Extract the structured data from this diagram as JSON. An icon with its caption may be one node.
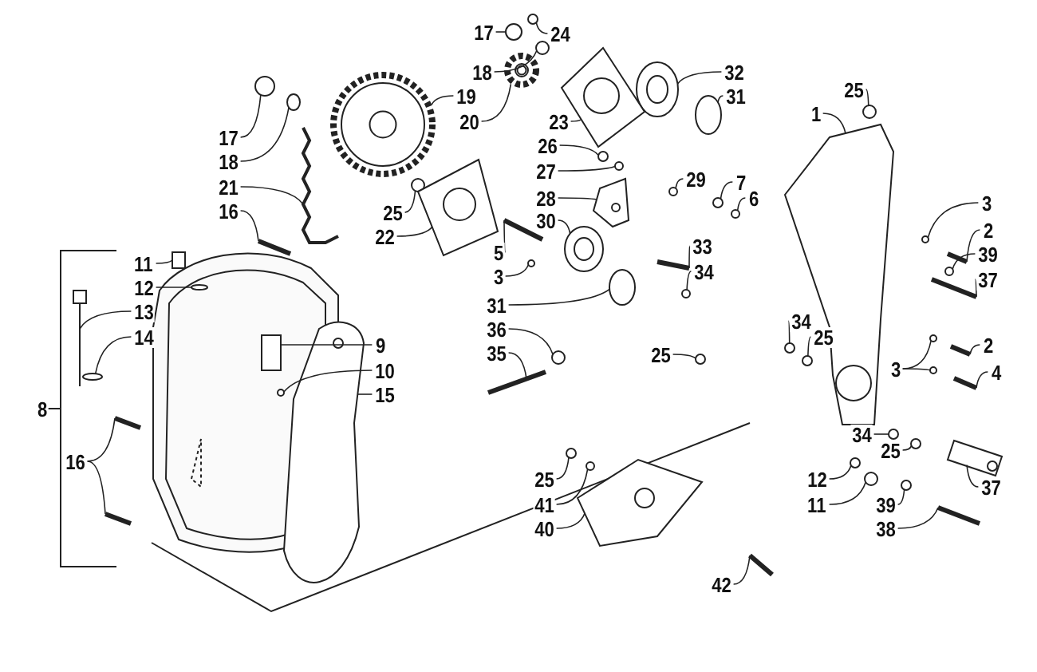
{
  "diagram": {
    "nodes": [
      {
        "text": [
          "17"
        ]
      },
      {
        "text": [
          "24"
        ]
      },
      {
        "text": [
          "18"
        ]
      },
      {
        "text": [
          "19"
        ]
      },
      {
        "text": [
          "20"
        ]
      },
      {
        "text": [
          "32"
        ]
      },
      {
        "text": [
          "23"
        ]
      },
      {
        "text": [
          "31"
        ]
      },
      {
        "text": [
          "25"
        ]
      },
      {
        "text": [
          "1"
        ]
      },
      {
        "text": [
          "17"
        ]
      },
      {
        "text": [
          "18"
        ]
      },
      {
        "text": [
          "26"
        ]
      },
      {
        "text": [
          "27"
        ]
      },
      {
        "text": [
          "29"
        ]
      },
      {
        "text": [
          "7"
        ]
      },
      {
        "text": [
          "6"
        ]
      },
      {
        "text": [
          "28"
        ]
      },
      {
        "text": [
          "21"
        ]
      },
      {
        "text": [
          "25"
        ]
      },
      {
        "text": [
          "3"
        ]
      },
      {
        "text": [
          "2"
        ]
      },
      {
        "text": [
          "16"
        ]
      },
      {
        "text": [
          "22"
        ]
      },
      {
        "text": [
          "30"
        ]
      },
      {
        "text": [
          "39"
        ]
      },
      {
        "text": [
          "37"
        ]
      },
      {
        "text": [
          "5"
        ]
      },
      {
        "text": [
          "33"
        ]
      },
      {
        "text": [
          "34"
        ]
      },
      {
        "text": [
          "3"
        ]
      },
      {
        "text": [
          "11"
        ]
      },
      {
        "text": [
          "12"
        ]
      },
      {
        "text": [
          "31"
        ]
      },
      {
        "text": [
          "13"
        ]
      },
      {
        "text": [
          "36"
        ]
      },
      {
        "text": [
          "34"
        ]
      },
      {
        "text": [
          "25"
        ]
      },
      {
        "text": [
          "14"
        ]
      },
      {
        "text": [
          "35"
        ]
      },
      {
        "text": [
          "9"
        ]
      },
      {
        "text": [
          "10"
        ]
      },
      {
        "text": [
          "15"
        ]
      },
      {
        "text": [
          "25"
        ]
      },
      {
        "text": [
          "3"
        ]
      },
      {
        "text": [
          "2"
        ]
      },
      {
        "text": [
          "4"
        ]
      },
      {
        "text": [
          "16"
        ]
      },
      {
        "text": [
          "34"
        ]
      },
      {
        "text": [
          "25"
        ]
      },
      {
        "text": [
          "25"
        ]
      },
      {
        "text": [
          "12"
        ]
      },
      {
        "text": [
          "37"
        ]
      },
      {
        "text": [
          "41"
        ]
      },
      {
        "text": [
          "11"
        ]
      },
      {
        "text": [
          "39"
        ]
      },
      {
        "text": [
          "40"
        ]
      },
      {
        "text": [
          "38"
        ]
      },
      {
        "text": [
          "42"
        ]
      },
      {
        "text": [],
        "shape": "circle"
      },
      {
        "text": [],
        "shape": "circle"
      },
      {
        "text": [],
        "shape": "circle"
      },
      {
        "text": [],
        "shape": "picture"
      },
      {
        "text": [],
        "shape": "picture"
      },
      {
        "text": [],
        "shape": "picture"
      },
      {
        "text": [],
        "shape": "picture"
      },
      {
        "text": [],
        "shape": "circle"
      },
      {
        "text": [],
        "shape": "circle"
      },
      {
        "text": [],
        "shape": "picture"
      },
      {
        "text": [],
        "shape": "circle"
      },
      {
        "text": [],
        "shape": "circle"
      },
      {
        "text": [],
        "shape": "circle"
      },
      {
        "text": [],
        "shape": "circle"
      },
      {
        "text": [],
        "shape": "circle"
      },
      {
        "text": [],
        "shape": "circle"
      },
      {
        "text": [],
        "shape": "circle"
      },
      {
        "text": [],
        "shape": "picture"
      },
      {
        "text": [],
        "shape": "picture"
      },
      {
        "text": [],
        "shape": "circle"
      },
      {
        "text": [],
        "shape": "circle"
      },
      {
        "text": [],
        "shape": "picture"
      },
      {
        "text": [],
        "shape": "picture"
      },
      {
        "text": [],
        "shape": "picture"
      },
      {
        "text": [],
        "shape": "picture"
      },
      {
        "text": [],
        "shape": "circle"
      },
      {
        "text": [],
        "shape": "picture"
      },
      {
        "text": [],
        "shape": "picture"
      },
      {
        "text": [],
        "shape": "picture"
      },
      {
        "text": [],
        "shape": "circle"
      },
      {
        "text": [],
        "shape": "circle"
      },
      {
        "text": [],
        "shape": "box"
      },
      {
        "text": [],
        "shape": "circle"
      },
      {
        "text": [],
        "shape": "circle"
      },
      {
        "text": [],
        "shape": "picture"
      },
      {
        "text": [],
        "shape": "circle"
      },
      {
        "text": [],
        "shape": "circle"
      },
      {
        "text": [],
        "shape": "circle"
      },
      {
        "text": [],
        "shape": "circle"
      },
      {
        "text": [],
        "shape": "picture"
      },
      {
        "text": [],
        "shape": "box"
      },
      {
        "text": [],
        "shape": "circle"
      },
      {
        "text": [],
        "shape": "picture"
      },
      {
        "text": [],
        "shape": "circle"
      },
      {
        "text": [],
        "shape": "circle"
      },
      {
        "text": [],
        "shape": "circle"
      },
      {
        "text": [],
        "shape": "picture"
      },
      {
        "text": [],
        "shape": "picture"
      },
      {
        "text": [],
        "shape": "picture"
      },
      {
        "text": [],
        "shape": "picture"
      },
      {
        "text": [],
        "shape": "circle"
      },
      {
        "text": [],
        "shape": "circle"
      },
      {
        "text": [],
        "shape": "circle"
      },
      {
        "text": [],
        "shape": "circle"
      },
      {
        "text": [],
        "shape": "picture"
      },
      {
        "text": [],
        "shape": "circle"
      },
      {
        "text": [],
        "shape": "circle"
      },
      {
        "text": [],
        "shape": "circle"
      },
      {
        "text": [],
        "shape": "picture"
      },
      {
        "text": [],
        "shape": "picture"
      },
      {
        "text": [],
        "shape": "picture"
      }
    ],
    "edges": [
      {
        "from": 0,
        "to": 59,
        "arrow": "none"
      },
      {
        "from": 1,
        "to": 60,
        "arrow": "none"
      },
      {
        "from": 2,
        "to": 61,
        "arrow": "none"
      },
      {
        "from": 3,
        "to": 62,
        "arrow": "none"
      },
      {
        "from": 4,
        "to": 63,
        "arrow": "none"
      },
      {
        "from": 5,
        "to": 64,
        "arrow": "none"
      },
      {
        "from": 6,
        "to": 65,
        "arrow": "none"
      },
      {
        "from": 7,
        "to": 66,
        "arrow": "none"
      },
      {
        "from": 8,
        "to": 67,
        "arrow": "none"
      },
      {
        "from": 9,
        "to": 68,
        "arrow": "none"
      },
      {
        "from": 10,
        "to": 69,
        "arrow": "none"
      },
      {
        "from": 11,
        "to": 70,
        "arrow": "none"
      },
      {
        "from": 12,
        "to": 71,
        "arrow": "none"
      },
      {
        "from": 13,
        "to": 72,
        "arrow": "none"
      },
      {
        "from": 14,
        "to": 73,
        "arrow": "none"
      },
      {
        "from": 15,
        "to": 74,
        "arrow": "none"
      },
      {
        "from": 16,
        "to": 75,
        "arrow": "none"
      },
      {
        "from": 17,
        "to": 76,
        "arrow": "none"
      },
      {
        "from": 18,
        "to": 77,
        "arrow": "none"
      },
      {
        "from": 19,
        "to": 78,
        "arrow": "none"
      },
      {
        "from": 20,
        "to": 79,
        "arrow": "none"
      },
      {
        "from": 21,
        "to": 80,
        "arrow": "none"
      },
      {
        "from": 22,
        "to": 81,
        "arrow": "none"
      },
      {
        "from": 23,
        "to": 82,
        "arrow": "none"
      },
      {
        "from": 24,
        "to": 83,
        "arrow": "none"
      },
      {
        "from": 25,
        "to": 84,
        "arrow": "none"
      },
      {
        "from": 26,
        "to": 85,
        "arrow": "none"
      },
      {
        "from": 27,
        "to": 86,
        "arrow": "none"
      },
      {
        "from": 28,
        "to": 87,
        "arrow": "none"
      },
      {
        "from": 29,
        "to": 88,
        "arrow": "none"
      },
      {
        "from": 30,
        "to": 89,
        "arrow": "none"
      },
      {
        "from": 31,
        "to": 90,
        "arrow": "none"
      },
      {
        "from": 32,
        "to": 91,
        "arrow": "none"
      },
      {
        "from": 33,
        "to": 92,
        "arrow": "none"
      },
      {
        "from": 34,
        "to": 93,
        "arrow": "none"
      },
      {
        "from": 35,
        "to": 94,
        "arrow": "none"
      },
      {
        "from": 36,
        "to": 95,
        "arrow": "none"
      },
      {
        "from": 37,
        "to": 96,
        "arrow": "none"
      },
      {
        "from": 38,
        "to": 97,
        "arrow": "none"
      },
      {
        "from": 39,
        "to": 98,
        "arrow": "none"
      },
      {
        "from": 40,
        "to": 99,
        "arrow": "none"
      },
      {
        "from": 41,
        "to": 100,
        "arrow": "none"
      },
      {
        "from": 42,
        "to": 101,
        "arrow": "none"
      },
      {
        "from": 43,
        "to": 102,
        "arrow": "none"
      },
      {
        "from": 44,
        "to": 103,
        "arrow": "none"
      },
      {
        "from": 44,
        "to": 104,
        "arrow": "none"
      },
      {
        "from": 45,
        "to": 105,
        "arrow": "none"
      },
      {
        "from": 46,
        "to": 106,
        "arrow": "none"
      },
      {
        "from": 47,
        "to": 107,
        "arrow": "none"
      },
      {
        "from": 47,
        "to": 108,
        "arrow": "none"
      },
      {
        "from": 48,
        "to": 109,
        "arrow": "none"
      },
      {
        "from": 49,
        "to": 110,
        "arrow": "none"
      },
      {
        "from": 50,
        "to": 111,
        "arrow": "none"
      },
      {
        "from": 51,
        "to": 112,
        "arrow": "none"
      },
      {
        "from": 52,
        "to": 113,
        "arrow": "none"
      },
      {
        "from": 53,
        "to": 114,
        "arrow": "none"
      },
      {
        "from": 54,
        "to": 115,
        "arrow": "none"
      },
      {
        "from": 55,
        "to": 116,
        "arrow": "none"
      },
      {
        "from": 56,
        "to": 117,
        "arrow": "none"
      },
      {
        "from": 57,
        "to": 118,
        "arrow": "none"
      },
      {
        "from": 58,
        "to": 119,
        "arrow": "none"
      }
    ],
    "labels": [
      "8"
    ]
  }
}
